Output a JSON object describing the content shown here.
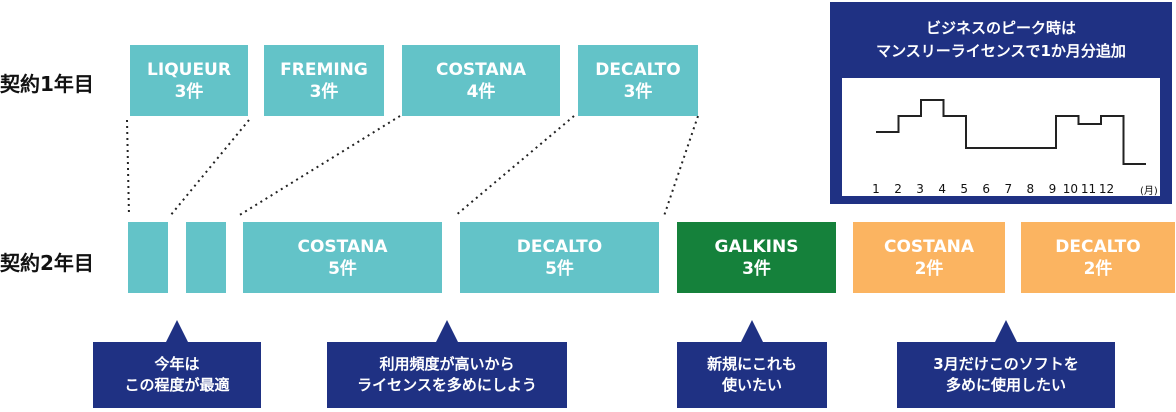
{
  "rows": {
    "year1": "契約1年目",
    "year2": "契約2年目"
  },
  "year1_boxes": [
    {
      "name": "LIQUEUR",
      "count": "3件"
    },
    {
      "name": "FREMING",
      "count": "3件"
    },
    {
      "name": "COSTANA",
      "count": "4件"
    },
    {
      "name": "DECALTO",
      "count": "3件"
    }
  ],
  "year2_boxes": [
    {
      "name": "COSTANA",
      "count": "5件"
    },
    {
      "name": "DECALTO",
      "count": "5件"
    },
    {
      "name": "GALKINS",
      "count": "3件"
    },
    {
      "name": "COSTANA",
      "count": "2件"
    },
    {
      "name": "DECALTO",
      "count": "2件"
    }
  ],
  "callouts": [
    {
      "line1": "今年は",
      "line2": "この程度が最適"
    },
    {
      "line1": "利用頻度が高いから",
      "line2": "ライセンスを多めにしよう"
    },
    {
      "line1": "新規にこれも",
      "line2": "使いたい"
    },
    {
      "line1": "3月だけこのソフトを",
      "line2": "多めに使用したい"
    }
  ],
  "panel": {
    "title_line1": "ビジネスのピーク時は",
    "title_line2": "マンスリーライセンスで1か月分追加"
  },
  "chart_data": {
    "type": "line",
    "x": [
      1,
      2,
      3,
      4,
      5,
      6,
      7,
      8,
      9,
      10,
      11,
      12
    ],
    "tick_labels": [
      "1",
      "2",
      "3",
      "4",
      "5",
      "6",
      "7",
      "8",
      "9",
      "10",
      "11",
      "12"
    ],
    "values": [
      2,
      3,
      4,
      3,
      1,
      1,
      1,
      1,
      3,
      2.5,
      3,
      0
    ],
    "xlabel": "(月)",
    "ylabel": "",
    "title": "",
    "ylim": [
      0,
      4
    ]
  },
  "colors": {
    "teal": "#63c3c8",
    "green": "#15813b",
    "orange": "#fbb461",
    "navy": "#1f3183"
  }
}
